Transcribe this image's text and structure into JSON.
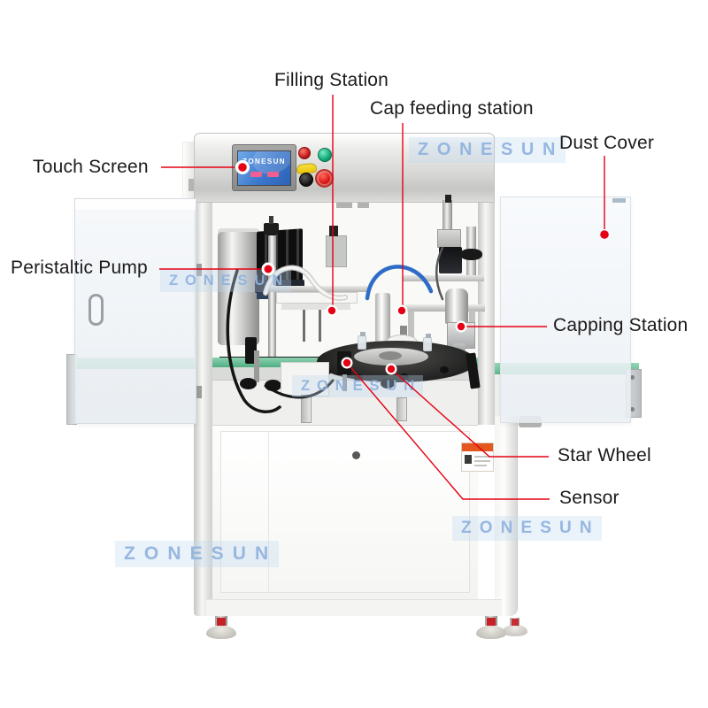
{
  "watermark": {
    "text": "ZONESUN"
  },
  "machine": {
    "screen_text": "ZONESUN"
  },
  "labels": {
    "filling_station": "Filling Station",
    "cap_feeding_station": "Cap feeding station",
    "dust_cover": "Dust Cover",
    "touch_screen": "Touch Screen",
    "peristaltic_pump": "Peristaltic Pump",
    "capping_station": "Capping Station",
    "star_wheel": "Star Wheel",
    "sensor": "Sensor"
  },
  "colors": {
    "annotation_red": "#e60013",
    "watermark_blue": "#8fb2dd",
    "belt_green": "#57b486",
    "screen_blue": "#3d7fd0"
  }
}
